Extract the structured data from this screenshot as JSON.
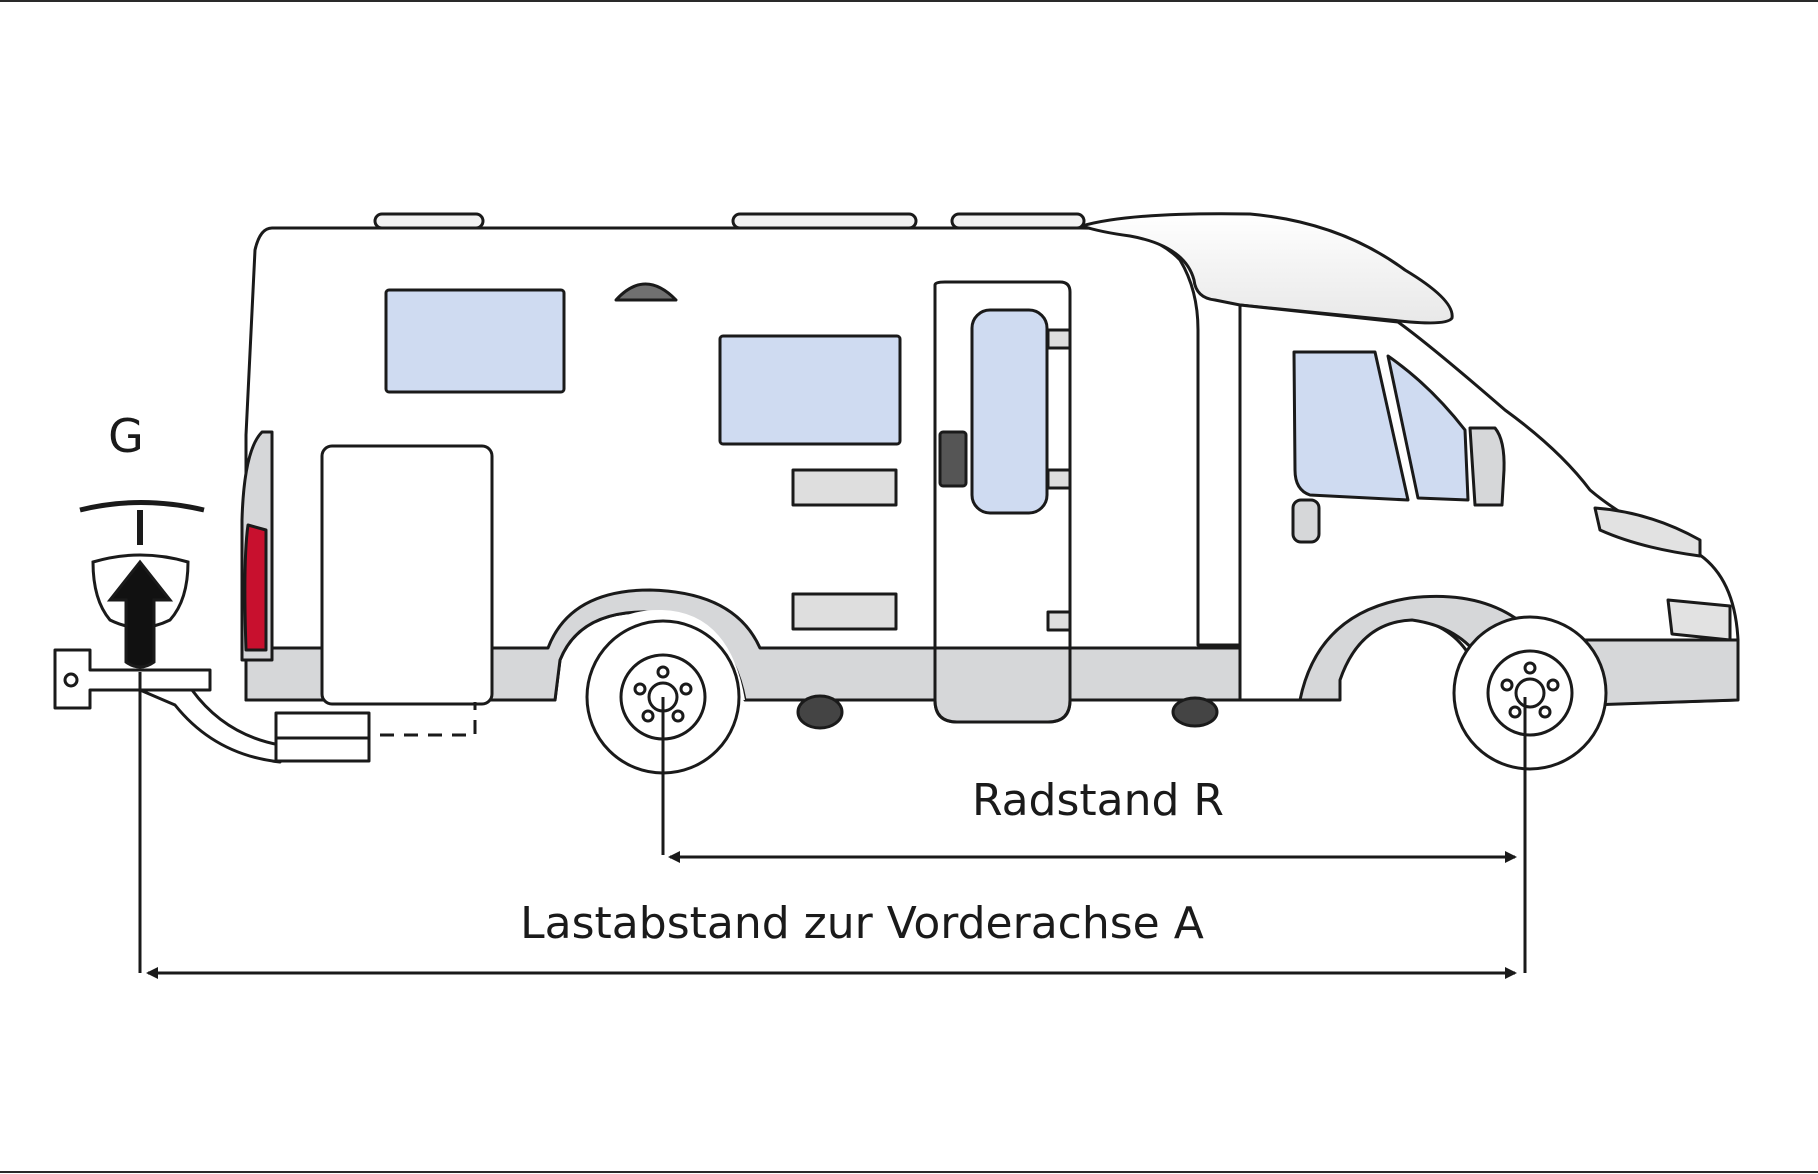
{
  "diagram": {
    "labels": {
      "load_symbol": "G",
      "wheelbase": "Radstand R",
      "load_distance": "Lastabstand zur Vorderachse A"
    },
    "colors": {
      "outline": "#1a1a1a",
      "body_white": "#ffffff",
      "skirt_gray": "#d6d7d9",
      "window_blue": "#cfdbf1",
      "tail_light_red": "#c8102e",
      "vent_gray": "#dedede"
    }
  }
}
